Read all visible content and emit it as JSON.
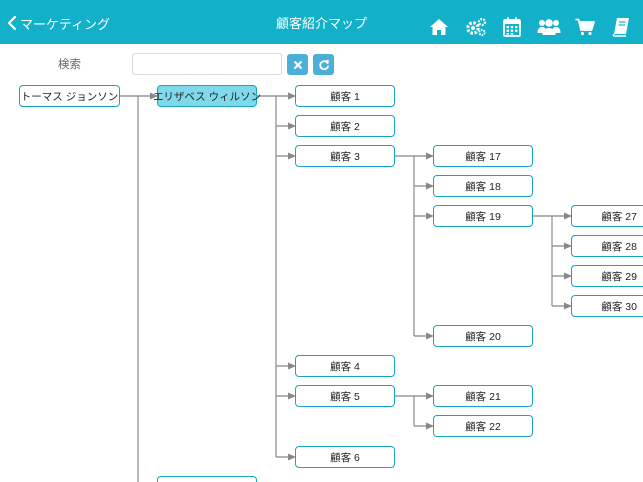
{
  "header": {
    "back_label": "マーケティング",
    "title": "顧客紹介マップ",
    "icons": [
      "home-icon",
      "cogs-icon",
      "calendar-icon",
      "users-icon",
      "cart-icon",
      "book-icon"
    ]
  },
  "search": {
    "label": "検索",
    "value": "",
    "placeholder": ""
  },
  "colors": {
    "header_bg": "#12b1c9",
    "node_border": "#19a6c2",
    "selected_node_bg": "#7fd9ea",
    "search_button": "#4bb0d8",
    "connector": "#888888"
  },
  "tree": {
    "root": "トーマス ジョンソン",
    "level1": "エリザベス ウィルソン",
    "n1": "顧客 1",
    "n2": "顧客 2",
    "n3": "顧客 3",
    "n4": "顧客 4",
    "n5": "顧客 5",
    "n6": "顧客 6",
    "n17": "顧客 17",
    "n18": "顧客 18",
    "n19": "顧客 19",
    "n20": "顧客 20",
    "n21": "顧客 21",
    "n22": "顧客 22",
    "n27": "顧客 27",
    "n28": "顧客 28",
    "n29": "顧客 29",
    "n30": "顧客 30"
  }
}
